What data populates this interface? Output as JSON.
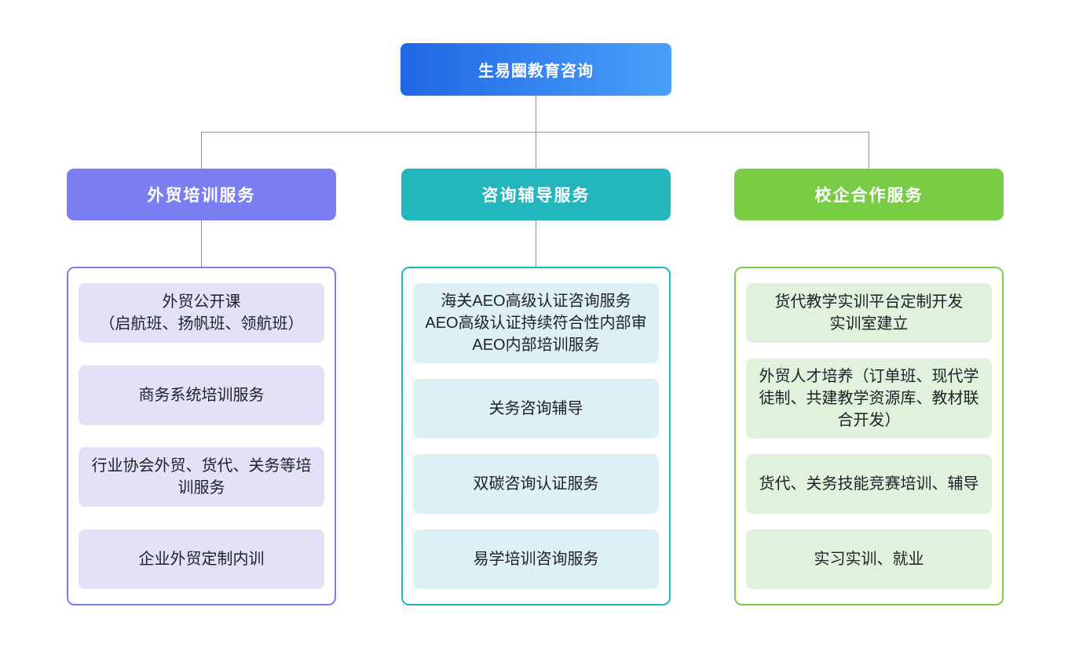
{
  "page": {
    "background": "#ffffff",
    "connector_color": "#8d939c"
  },
  "root": {
    "label": "生易圈教育咨询",
    "gradient_start": "#1f67e3",
    "gradient_end": "#4aa0fb",
    "text_color": "#ffffff"
  },
  "branches": [
    {
      "label": "外贸培训服务",
      "accent": "#7b7df0",
      "item_bg": "#e3e1f8",
      "items": [
        "外贸公开课\n（启航班、扬帆班、领航班）",
        "商务系统培训服务",
        "行业协会外贸、货代、关务等培\n训服务",
        "企业外贸定制内训"
      ]
    },
    {
      "label": "咨询辅导服务",
      "accent": "#24b6bd",
      "item_bg": "#ddf1f4",
      "items": [
        "海关AEO高级认证咨询服务\nAEO高级认证持续符合性内部审\nAEO内部培训服务",
        "关务咨询辅导",
        "双碳咨询认证服务",
        "易学培训咨询服务"
      ]
    },
    {
      "label": "校企合作服务",
      "accent": "#79cd45",
      "item_bg": "#e0f1dc",
      "items": [
        "货代教学实训平台定制开发\n实训室建立",
        "外贸人才培养（订单班、现代学\n徒制、共建教学资源库、教材联\n合开发）",
        "货代、关务技能竞赛培训、辅导",
        "实习实训、就业"
      ]
    }
  ]
}
